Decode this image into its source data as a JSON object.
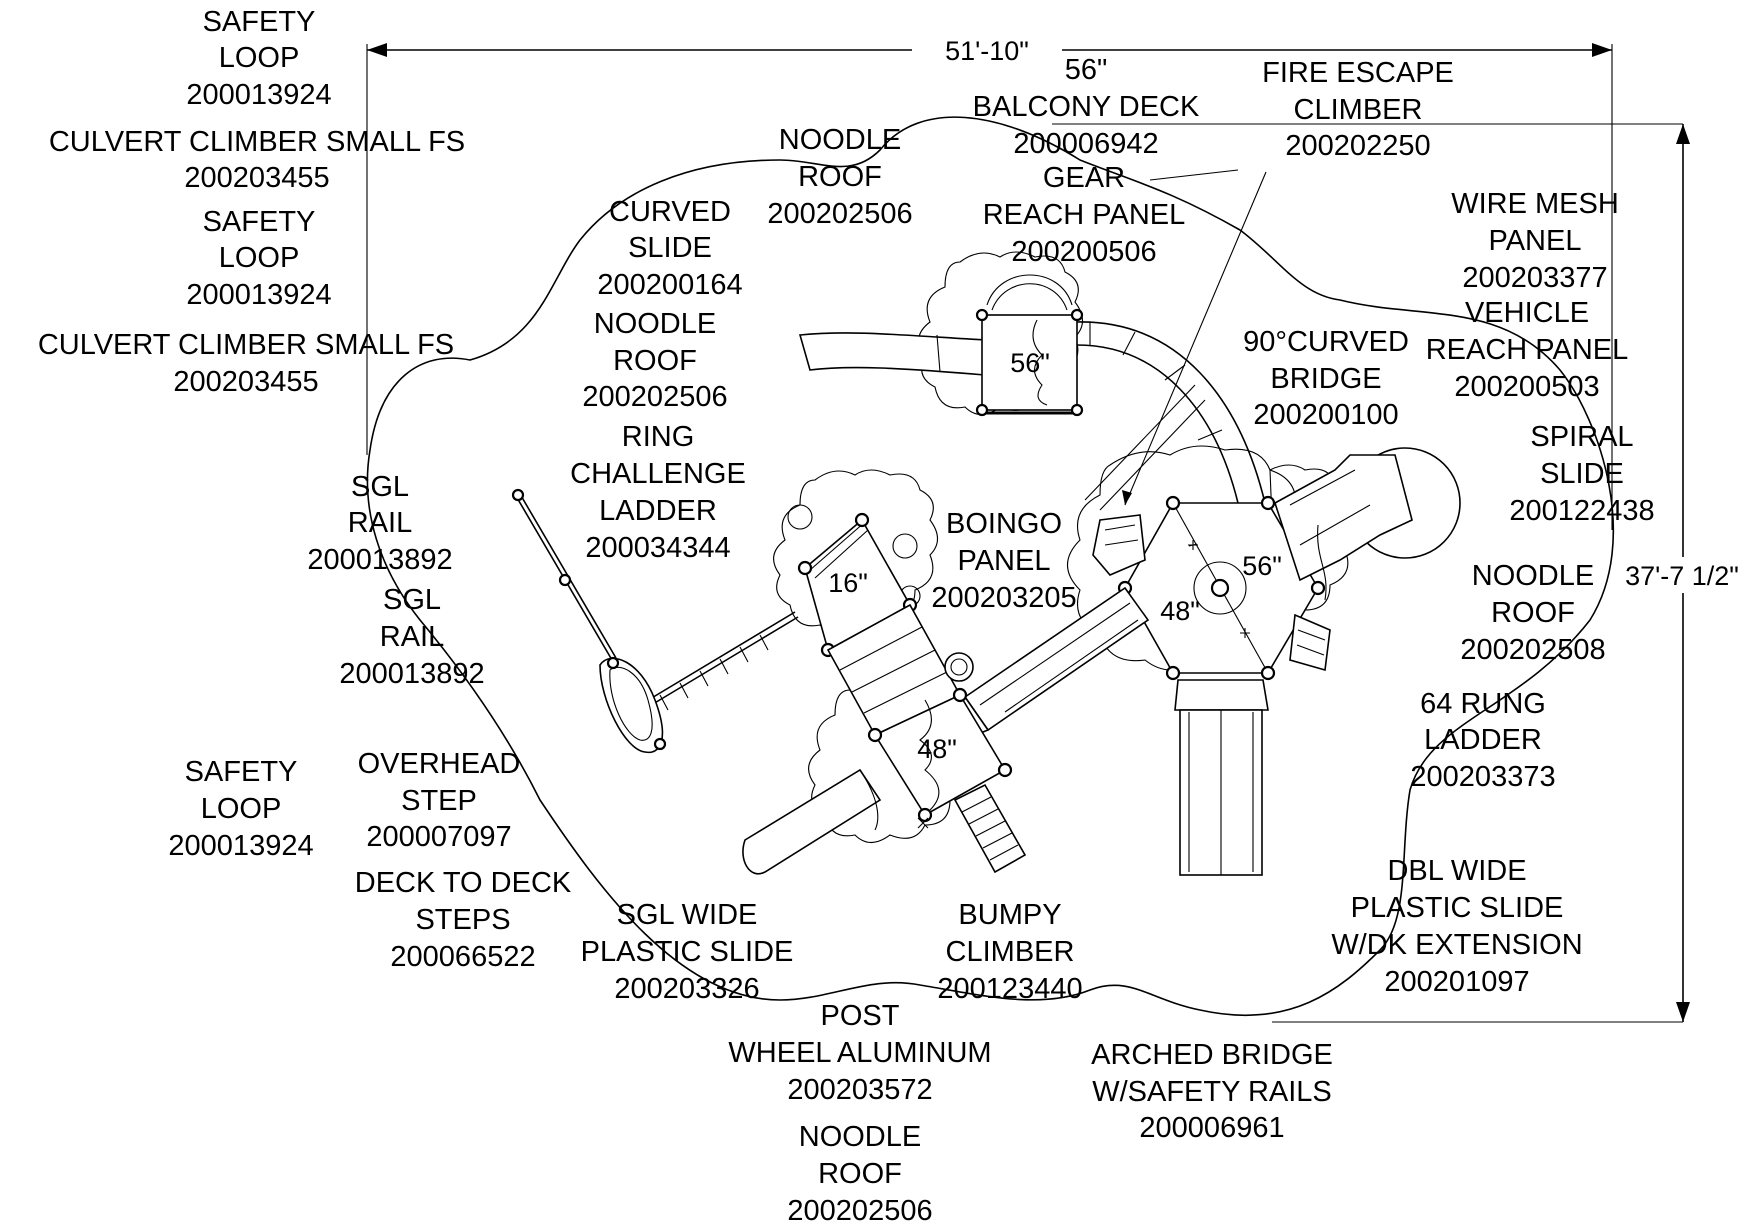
{
  "dimensions": {
    "width": "51'-10\"",
    "depth": "37'-7 1/2\""
  },
  "deck_heights": [
    "56\"",
    "16\"",
    "56\"",
    "48\"",
    "48\""
  ],
  "labels": [
    [
      "SAFETY",
      "LOOP",
      "200013924"
    ],
    [
      "CULVERT CLIMBER SMALL FS",
      "200203455"
    ],
    [
      "SAFETY",
      "LOOP",
      "200013924"
    ],
    [
      "CULVERT CLIMBER SMALL FS",
      "200203455"
    ],
    [
      "SGL",
      "RAIL",
      "200013892"
    ],
    [
      "SGL",
      "RAIL",
      "200013892"
    ],
    [
      "SAFETY",
      "LOOP",
      "200013924"
    ],
    [
      "OVERHEAD",
      "STEP",
      "200007097"
    ],
    [
      "DECK TO DECK",
      "STEPS",
      "200066522"
    ],
    [
      "SGL WIDE",
      "PLASTIC SLIDE",
      "200203326"
    ],
    [
      "POST",
      "WHEEL ALUMINUM",
      "200203572"
    ],
    [
      "NOODLE",
      "ROOF",
      "200202506"
    ],
    [
      "BUMPY",
      "CLIMBER",
      "200123440"
    ],
    [
      "ARCHED BRIDGE",
      "W/SAFETY RAILS",
      "200006961"
    ],
    [
      "NOODLE",
      "ROOF",
      "200202506"
    ],
    [
      "CURVED",
      "SLIDE",
      "200200164"
    ],
    [
      "NOODLE",
      "ROOF",
      "200202506"
    ],
    [
      "RING",
      "CHALLENGE",
      "LADDER",
      "200034344"
    ],
    [
      "BOINGO",
      "PANEL",
      "200203205"
    ],
    [
      "56\"",
      "BALCONY DECK",
      "200006942"
    ],
    [
      "GEAR",
      "REACH PANEL",
      "200200506"
    ],
    [
      "FIRE ESCAPE",
      "CLIMBER",
      "200202250"
    ],
    [
      "90°CURVED",
      "BRIDGE",
      "200200100"
    ],
    [
      "WIRE MESH",
      "PANEL",
      "200203377"
    ],
    [
      "VEHICLE",
      "REACH PANEL",
      "200200503"
    ],
    [
      "SPIRAL",
      "SLIDE",
      "200122438"
    ],
    [
      "NOODLE",
      "ROOF",
      "200202508"
    ],
    [
      "64 RUNG",
      "LADDER",
      "200203373"
    ],
    [
      "DBL WIDE",
      "PLASTIC SLIDE",
      "W/DK EXTENSION",
      "200201097"
    ]
  ]
}
